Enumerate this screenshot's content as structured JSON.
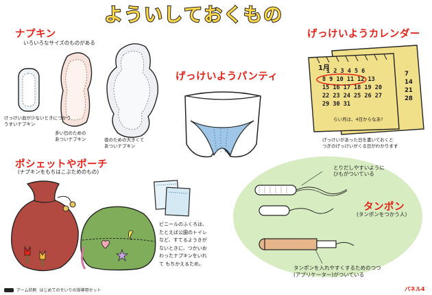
{
  "title": [
    "よ",
    "う",
    "い",
    "し",
    "て",
    "お",
    "く",
    "も",
    "の"
  ],
  "napkin": {
    "heading": "ナプキン",
    "subtitle": "いろいろなサイズのものがある",
    "captions": {
      "small": [
        "けっけい血が少ないときにつかううすいナプキン"
      ],
      "day": [
        "多い日のための",
        "あついナプキン"
      ],
      "night": [
        "夜のための大きくて",
        "あついナプキン"
      ]
    },
    "small_caption_lines": [
      "けっけい血が少ないときにつかう",
      "うすいナプキン"
    ]
  },
  "panty": {
    "heading": "げっけいようパンティ"
  },
  "calendar": {
    "heading": "げっけいようカレンダー",
    "month": "1月",
    "rows": [
      "1 2 3 4 5 6",
      "8 9 10 11 12 13",
      "15 16 17 18 19 20",
      "22 23 24 25 26 27",
      "29 30 31"
    ],
    "back_rows": [
      "7",
      "14",
      "21",
      "28"
    ],
    "note": "らい月は、4日からなあ?",
    "caption": [
      "げっけいがあった日を書いておくと",
      "つぎのげっけいがくる日がわかります"
    ]
  },
  "pouch": {
    "heading": "ポシェットやポーチ",
    "subtitle": "(ナプキンをもちはこぶためのもの)"
  },
  "vinyl": {
    "caption": [
      "ビニールのふくろは、",
      "たとえば公園のトイレ",
      "など、すてるようきが",
      "ないときに、つかいお",
      "わったナプキンをいれ",
      "て もちかえるため。"
    ]
  },
  "tampon": {
    "heading": "タンポン",
    "subtitle": "(タンポンをつかう人)",
    "string_caption": [
      "とりだしやすいように",
      "ひもがついている"
    ],
    "applicator_caption": [
      "タンポンを入れやすくするためのつつ",
      "(アプリケーター)がついている"
    ]
  },
  "footer": {
    "left": "アーム印刷  ",
    "left_detail": "はじめてのせいりの指導用セット",
    "panel": "パネル4"
  },
  "colors": {
    "title_fill": "#ffd84a",
    "heading_red": "#e2231a",
    "tampon_oval": "#d7ecc1",
    "calendar_paper": "#f1e08a",
    "napkin_pink": "#f7e3dc",
    "pouch_red": "#b24a41",
    "pouch_green": "#7fad5a",
    "panty_blue": "#9fc6e6"
  }
}
